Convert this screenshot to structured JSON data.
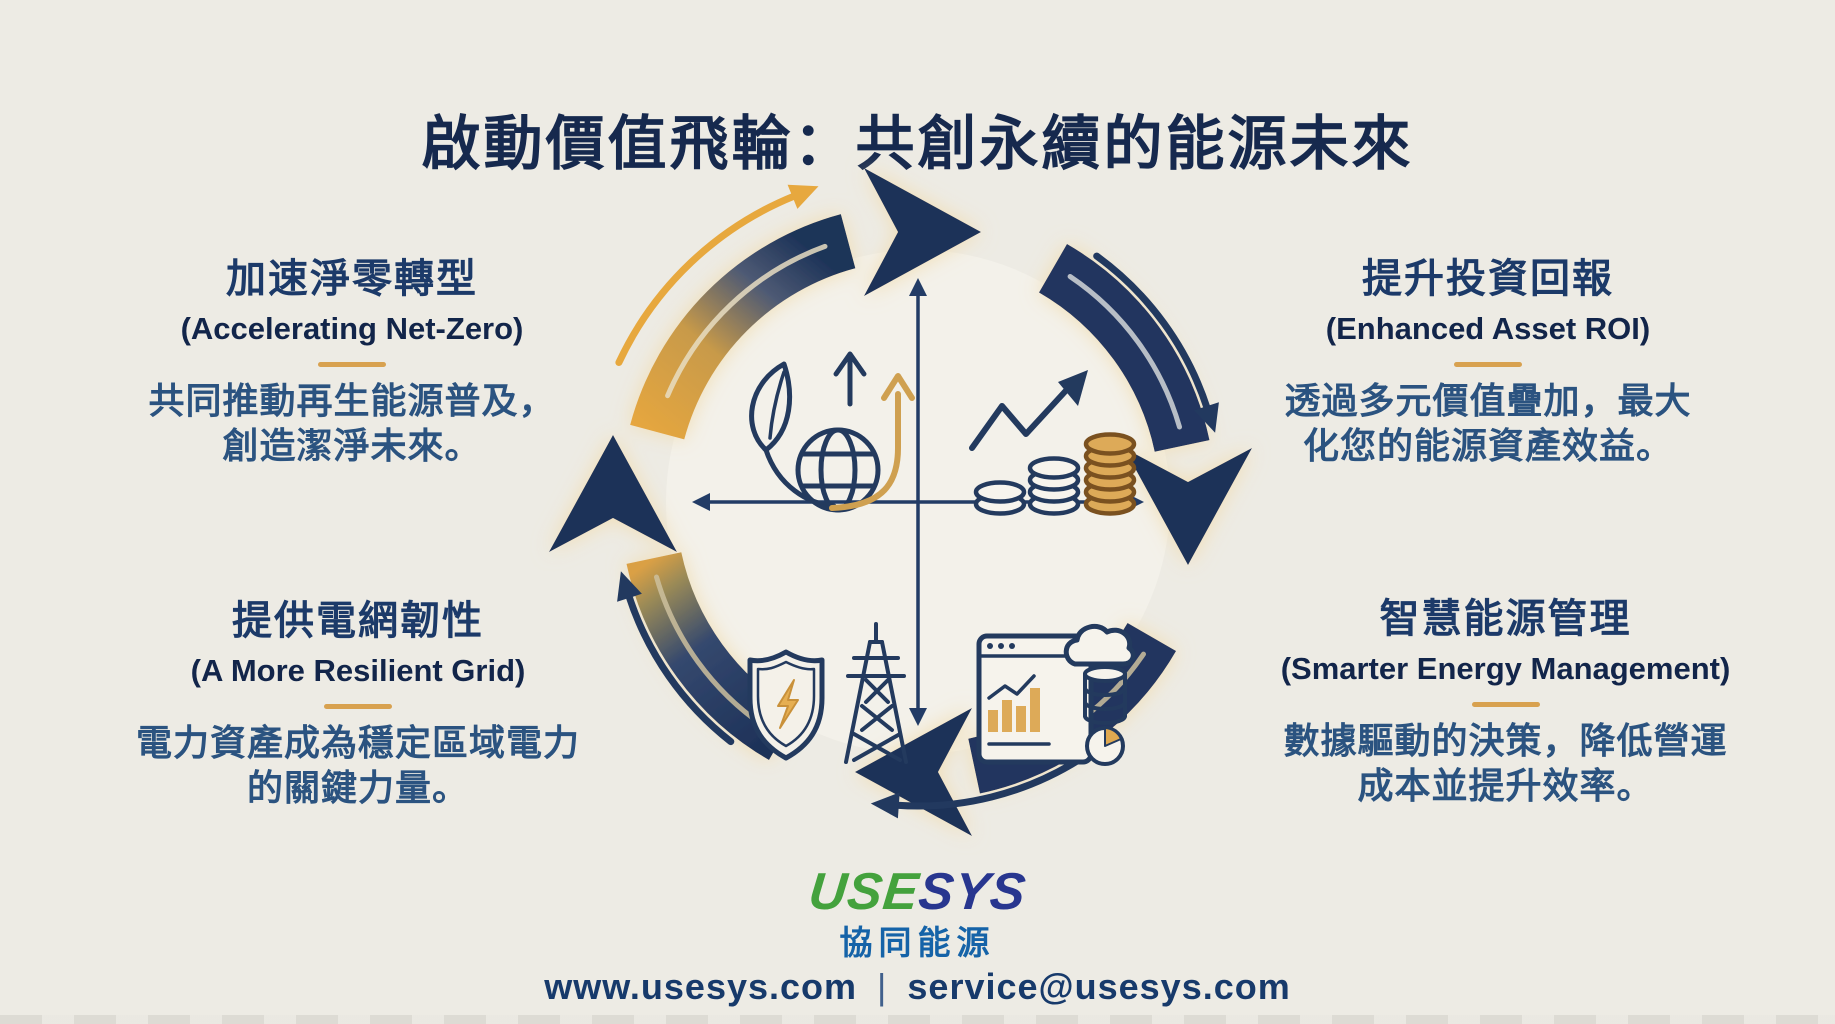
{
  "page": {
    "title": "啟動價值飛輪：共創永續的能源未來",
    "colors": {
      "background": "#edebe4",
      "navy_ring": "#20355f",
      "navy_text_heading": "#1c3a69",
      "navy_text_sub": "#12254a",
      "body_text_blue": "#2b5380",
      "accent_gold": "#d8a14f",
      "logo_green": "#44a23d",
      "logo_blue": "#28368f",
      "company_blue": "#1563a8"
    }
  },
  "quadrants": {
    "net_zero": {
      "heading": "加速淨零轉型",
      "subheading": "(Accelerating Net-Zero)",
      "body_line1": "共同推動再生能源普及，",
      "body_line2": "創造潔淨未來。"
    },
    "asset_roi": {
      "heading": "提升投資回報",
      "subheading": "(Enhanced Asset ROI)",
      "body_line1": "透過多元價值疊加，最大",
      "body_line2": "化您的能源資產效益。"
    },
    "resilient_grid": {
      "heading": "提供電網韌性",
      "subheading": "(A More Resilient Grid)",
      "body_line1": "電力資產成為穩定區域電力",
      "body_line2": "的關鍵力量。"
    },
    "smart_energy": {
      "heading": "智慧能源管理",
      "subheading": "(Smarter Energy Management)",
      "body_line1": "數據驅動的決策，降低營運",
      "body_line2": "成本並提升效率。"
    }
  },
  "flywheel": {
    "direction": "clockwise",
    "icons": [
      "eco-globe-icon",
      "roi-growth-coins-icon",
      "grid-shield-tower-icon",
      "smart-dashboard-cloud-icon"
    ]
  },
  "footer": {
    "logo_use": "USE",
    "logo_sys": "SYS",
    "company_name": "協同能源",
    "website": "www.usesys.com",
    "separator": "|",
    "email": "service@usesys.com"
  }
}
